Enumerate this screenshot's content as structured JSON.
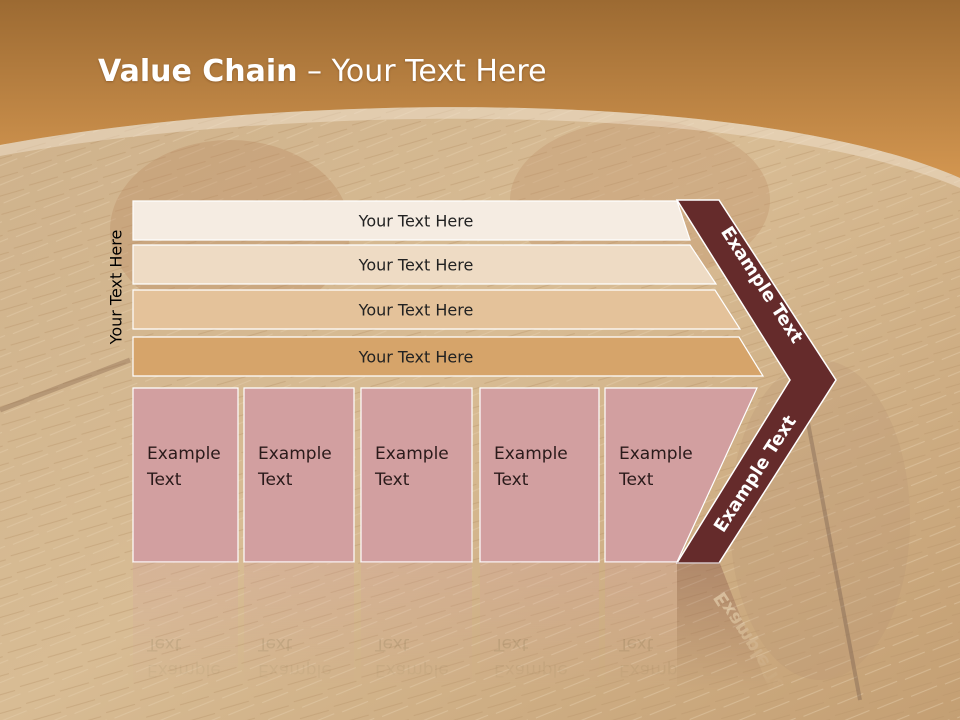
{
  "title": {
    "bold": "Value Chain",
    "rest": " – Your Text Here"
  },
  "side_label": "Your Text Here",
  "support_rows": [
    {
      "label": "Your Text Here",
      "color": "#f5ece2"
    },
    {
      "label": "Your Text Here",
      "color": "#eedbc4"
    },
    {
      "label": "Your Text Here",
      "color": "#e4c29a"
    },
    {
      "label": "Your Text Here",
      "color": "#d6a46a"
    }
  ],
  "primary_boxes": [
    {
      "line1": "Example",
      "line2": "Text"
    },
    {
      "line1": "Example",
      "line2": "Text"
    },
    {
      "line1": "Example",
      "line2": "Text"
    },
    {
      "line1": "Example",
      "line2": "Text"
    },
    {
      "line1": "Example",
      "line2": "Text"
    }
  ],
  "chevron": {
    "upper_label": "Example Text",
    "lower_label": "Example Text",
    "color": "#652b2b"
  },
  "colors": {
    "box_fill": "#d29fa0",
    "header_band": "#c98c48"
  }
}
